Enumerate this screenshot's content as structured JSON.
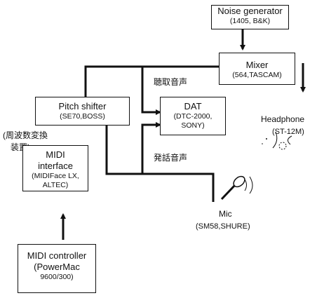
{
  "diagram": {
    "noise_generator": {
      "title": "Noise generator",
      "detail": "(1405, B&K)"
    },
    "mixer": {
      "title": "Mixer",
      "detail": "(564,TASCAM)"
    },
    "pitch_shifter": {
      "title": "Pitch shifter",
      "detail": "(SE70,BOSS)",
      "jp_note_line1": "(周波数変換",
      "jp_note_line2": "装置)"
    },
    "dat": {
      "title": "DAT",
      "detail_line1": "(DTC-2000,",
      "detail_line2": "SONY)"
    },
    "midi_interface": {
      "line1": "MIDI",
      "line2": "interface",
      "line3": "(MIDIFace LX,",
      "line4": "ALTEC)"
    },
    "midi_controller": {
      "line1": "MIDI controller",
      "line2": "(PowerMac",
      "line3": "9600/300)"
    },
    "headphone": {
      "title": "Headphone",
      "detail": "(ST-12M)"
    },
    "mic": {
      "title": "Mic",
      "detail": "(SM58,SHURE)"
    },
    "signal_labels": {
      "heard_voice": "聴取音声",
      "spoken_voice": "発話音声"
    }
  }
}
